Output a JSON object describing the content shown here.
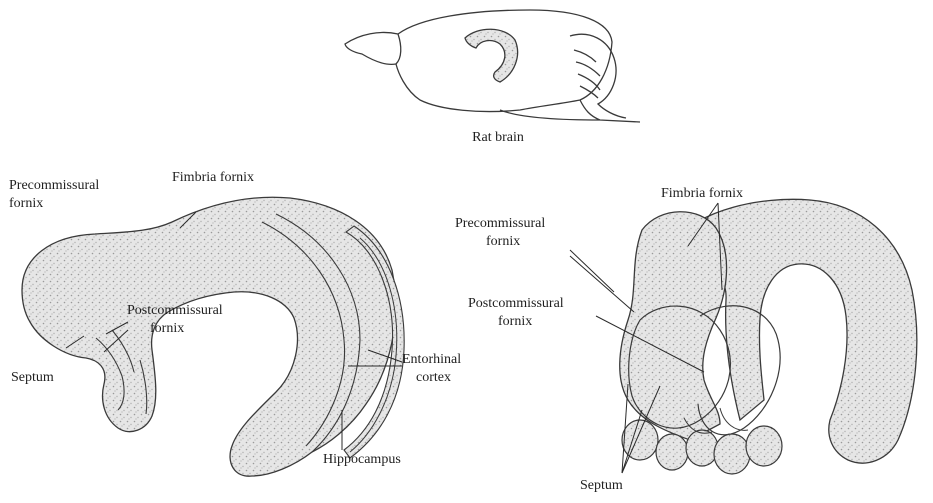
{
  "labels": {
    "rat_brain": "Rat brain",
    "left": {
      "precommissural_1": "Precommissural",
      "precommissural_2": "fornix",
      "fimbria_fornix": "Fimbria fornix",
      "postcommissural_1": "Postcommissural",
      "postcommissural_2": "fornix",
      "septum": "Septum",
      "entorhinal_1": "Entorhinal",
      "entorhinal_2": "cortex",
      "hippocampus": "Hippocampus"
    },
    "right": {
      "fimbria_fornix": "Fimbria fornix",
      "precommissural_1": "Precommissural",
      "precommissural_2": "fornix",
      "postcommissural_1": "Postcommissural",
      "postcommissural_2": "fornix",
      "septum": "Septum"
    }
  },
  "colors": {
    "outline": "#3a3a3a",
    "fill": "#e4e4e4",
    "stipple": "#a9a9a9",
    "leader": "#2a2a2a"
  }
}
